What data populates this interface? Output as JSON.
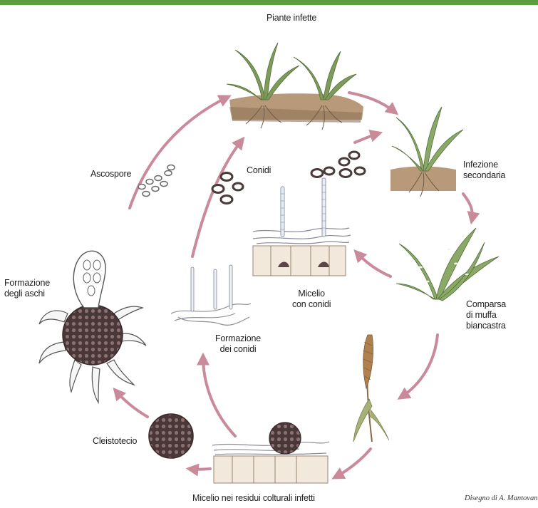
{
  "colors": {
    "top_bar": "#5a9e3f",
    "arrow": "#c98a9a",
    "soil": "#b89a7a",
    "plant": "#7d9c5a",
    "spike": "#b08050",
    "spore_body": "#5a4a4a"
  },
  "labels": {
    "piante_infette": "Piante infette",
    "infezione_secondaria": [
      "Infezione",
      "secondaria"
    ],
    "comparsa_muffa": [
      "Comparsa",
      "di muffa",
      "biancastra"
    ],
    "micelio_conidi": [
      "Micelio",
      "con conidi"
    ],
    "conidi": "Conidi",
    "ascospore": "Ascospore",
    "formazione_aschi": [
      "Formazione",
      "degli aschi"
    ],
    "formazione_conidi": [
      "Formazione",
      "dei conidi"
    ],
    "cleistotecio": "Cleistotecio",
    "micelio_residui": "Micelio nei residui colturali infetti"
  },
  "credit": "Disegno di A. Mantovani"
}
